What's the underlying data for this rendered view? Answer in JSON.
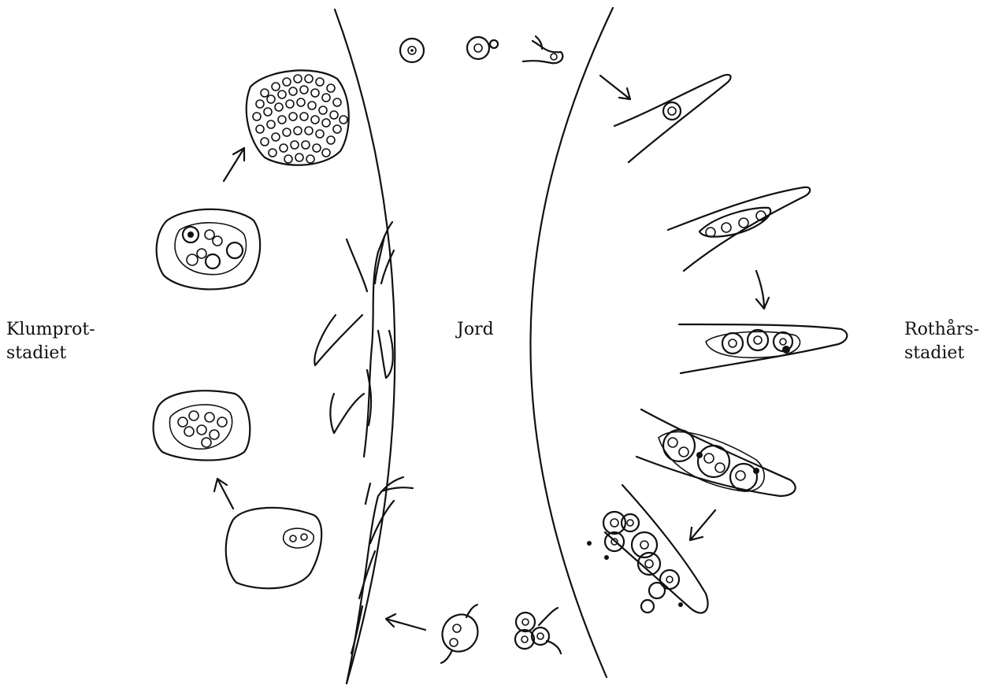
{
  "labels": {
    "left_line1": "Klumprot-",
    "left_line2": "stadiet",
    "center": "Jord",
    "right_line1": "Rothårs-",
    "right_line2": "stadiet"
  },
  "colors": {
    "ink": "#111111",
    "background": "#ffffff"
  }
}
